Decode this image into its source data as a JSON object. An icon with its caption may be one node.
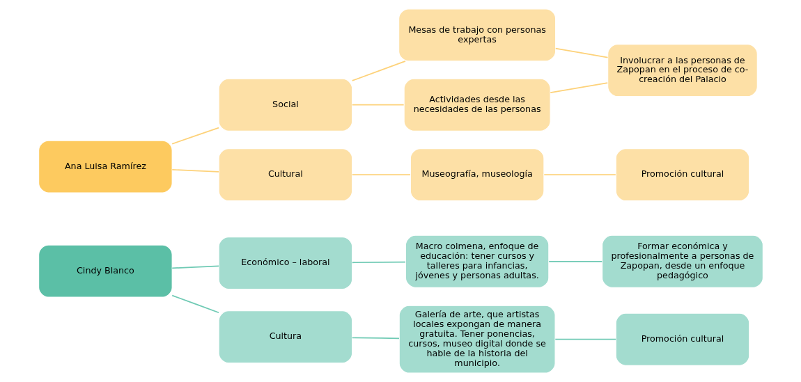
{
  "diagram": {
    "nodes": [
      {
        "text": [
          "Cindy Blanco"
        ]
      },
      {
        "text": [
          "Económico – laboral"
        ]
      },
      {
        "text": [
          "Cultura"
        ]
      },
      {
        "text": [
          "Macro colmena, enfoque de educación: tener cursos y talleres para infancias, jóvenes y personas adultas."
        ]
      },
      {
        "text": [
          "Formar económica y profesionalmente a personas de Zapopan, desde un enfoque pedagógico"
        ]
      },
      {
        "text": [
          "Galería de arte, que artistas locales expongan de manera gratuita. Tener ponencias, cursos, museo digital donde se hable de la historia del municipio."
        ]
      },
      {
        "text": [
          "Promoción cultural"
        ]
      },
      {
        "text": [
          "Ana Luisa Ramírez"
        ]
      },
      {
        "text": [
          "Social"
        ]
      },
      {
        "text": [
          "Cultural"
        ]
      },
      {
        "text": [
          "Mesas de trabajo con personas expertas"
        ]
      },
      {
        "text": [
          "Actividades desde las necesidades de las personas"
        ]
      },
      {
        "text": [
          "Involucrar a las personas de Zapopan en el proceso de co-creación del Palacio"
        ]
      },
      {
        "text": [
          "Museografía, museología"
        ]
      },
      {
        "text": [
          "Promoción cultural"
        ]
      }
    ],
    "edges": [
      {
        "from": 0,
        "to": 1,
        "arrow": "none",
        "color": "#6fcab4"
      },
      {
        "from": 0,
        "to": 2,
        "arrow": "none",
        "color": "#6fcab4"
      },
      {
        "from": 1,
        "to": 3,
        "arrow": "none",
        "color": "#6fcab4"
      },
      {
        "from": 3,
        "to": 4,
        "arrow": "none",
        "color": "#6fcab4"
      },
      {
        "from": 2,
        "to": 5,
        "arrow": "none",
        "color": "#6fcab4"
      },
      {
        "from": 5,
        "to": 6,
        "arrow": "none",
        "color": "#6fcab4"
      },
      {
        "from": 7,
        "to": 8,
        "arrow": "none",
        "color": "#fdd27a"
      },
      {
        "from": 7,
        "to": 9,
        "arrow": "none",
        "color": "#fdd27a"
      },
      {
        "from": 8,
        "to": 10,
        "arrow": "none",
        "color": "#fdd27a"
      },
      {
        "from": 8,
        "to": 11,
        "arrow": "none",
        "color": "#fdd27a"
      },
      {
        "from": 10,
        "to": 12,
        "arrow": "none",
        "color": "#fdd27a"
      },
      {
        "from": 11,
        "to": 12,
        "arrow": "none",
        "color": "#fdd27a"
      },
      {
        "from": 9,
        "to": 13,
        "arrow": "none",
        "color": "#fdd27a"
      },
      {
        "from": 13,
        "to": 14,
        "arrow": "none",
        "color": "#fdd27a"
      }
    ]
  }
}
